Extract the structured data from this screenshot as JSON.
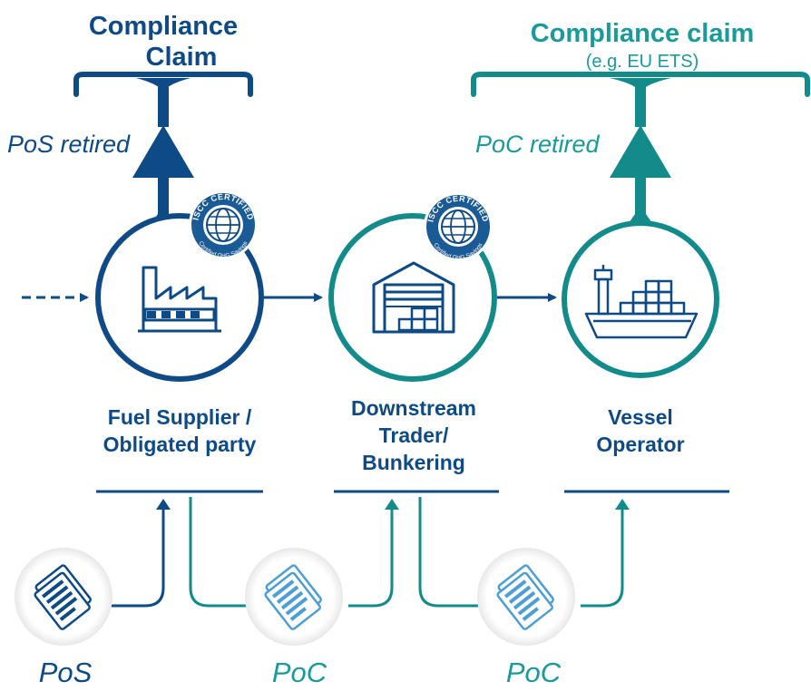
{
  "colors": {
    "navy": "#0e4a86",
    "teal": "#138b8a",
    "light_teal": "#1ea5a8",
    "doc_blue": "#4d9ed6",
    "doc_navy": "#0e4a86",
    "text_dark": "#0e4a86",
    "text_teal": "#1a9a99",
    "text_body": "#333333"
  },
  "claims": {
    "left": {
      "title_line1": "Compliance",
      "title_line2": "Claim"
    },
    "right": {
      "title": "Compliance claim",
      "subtitle": "(e.g. EU ETS)"
    }
  },
  "retired_labels": {
    "left": "PoS retired",
    "right": "PoC retired"
  },
  "nodes": [
    {
      "id": "fuel-supplier",
      "label_line1": "Fuel Supplier /",
      "label_line2": "Obligated party",
      "icon": "factory-icon",
      "certified": true
    },
    {
      "id": "downstream-trader",
      "label_line1": "Downstream",
      "label_line2": "Trader/",
      "label_line3": "Bunkering",
      "icon": "warehouse-icon",
      "certified": true
    },
    {
      "id": "vessel-operator",
      "label_line1": "Vessel",
      "label_line2": "Operator",
      "icon": "ship-icon",
      "certified": false
    }
  ],
  "badge": {
    "top_text": "ISCC CERTIFIED",
    "bottom_text": "Certified GHG Savings",
    "icon": "globe-icon"
  },
  "documents": [
    {
      "label": "PoS",
      "icon": "document-icon"
    },
    {
      "label": "PoC",
      "icon": "document-icon"
    },
    {
      "label": "PoC",
      "icon": "document-icon"
    }
  ]
}
